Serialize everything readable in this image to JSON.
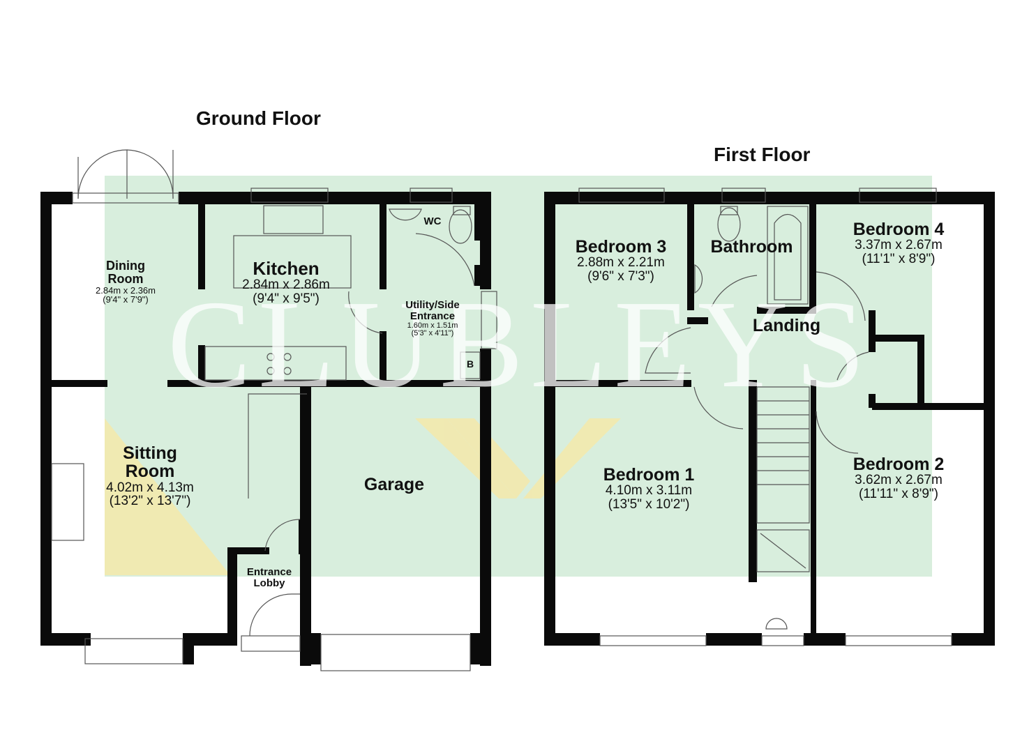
{
  "titles": {
    "ground": "Ground Floor",
    "first": "First Floor"
  },
  "watermark": "CLUBLEYS",
  "colors": {
    "wall": "#0a0a0a",
    "fill": "#d8eedd",
    "watermark_gold": "#f5e7a8"
  },
  "ground_floor": {
    "dining": {
      "name_line1": "Dining",
      "name_line2": "Room",
      "metric": "2.84m x 2.36m",
      "imperial": "(9'4\" x 7'9\")"
    },
    "kitchen": {
      "name": "Kitchen",
      "metric": "2.84m x 2.86m",
      "imperial": "(9'4\" x 9'5\")"
    },
    "wc": {
      "name": "WC"
    },
    "utility": {
      "name_line1": "Utility/Side",
      "name_line2": "Entrance",
      "metric": "1.60m x 1.51m",
      "imperial": "(5'3\" x 4'11\")"
    },
    "boiler": {
      "name": "B"
    },
    "sitting": {
      "name_line1": "Sitting",
      "name_line2": "Room",
      "metric": "4.02m x 4.13m",
      "imperial": "(13'2\" x 13'7\")"
    },
    "garage": {
      "name": "Garage"
    },
    "lobby": {
      "name_line1": "Entrance",
      "name_line2": "Lobby"
    }
  },
  "first_floor": {
    "bedroom3": {
      "name": "Bedroom 3",
      "metric": "2.88m x 2.21m",
      "imperial": "(9'6\" x 7'3\")"
    },
    "bathroom": {
      "name": "Bathroom"
    },
    "bedroom4": {
      "name": "Bedroom 4",
      "metric": "3.37m x 2.67m",
      "imperial": "(11'1\" x 8'9\")"
    },
    "landing": {
      "name": "Landing"
    },
    "bedroom1": {
      "name": "Bedroom 1",
      "metric": "4.10m x 3.11m",
      "imperial": "(13'5\" x 10'2\")"
    },
    "bedroom2": {
      "name": "Bedroom 2",
      "metric": "3.62m x 2.67m",
      "imperial": "(11'11\" x 8'9\")"
    }
  }
}
